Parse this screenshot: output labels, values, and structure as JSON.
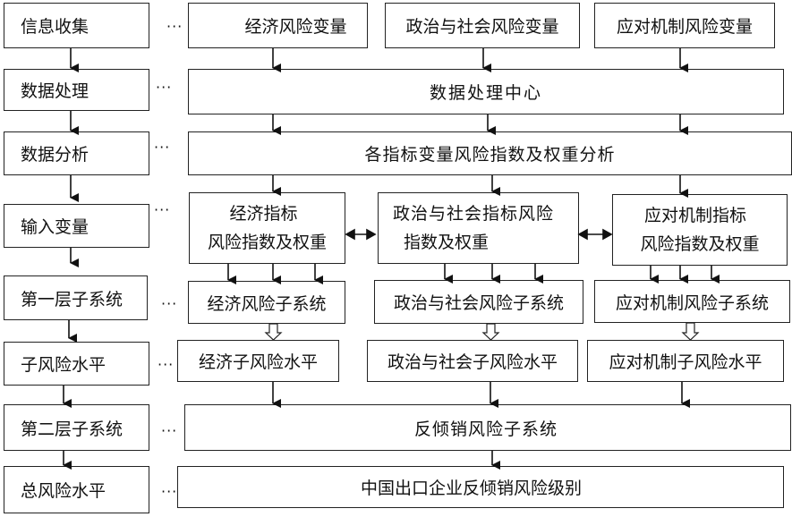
{
  "left_column": [
    "信息收集",
    "数据处理",
    "数据分析",
    "输入变量",
    "第一层子系统",
    "子风险水平",
    "第二层子系统",
    "总风险水平"
  ],
  "ellipsis": "···",
  "variables": {
    "economic": "经济风险变量",
    "political_social": "政治与社会风险变量",
    "response_mechanism": "应对机制风险变量"
  },
  "data_processing_center": "数据处理中心",
  "index_weight_analysis": "各指标变量风险指数及权重分析",
  "input_indicators": {
    "economic": {
      "line1": "经济指标",
      "line2": "风险指数及权重"
    },
    "political_social": {
      "line1": "政治与社会指标风险",
      "line2": "指数及权重"
    },
    "response_mechanism": {
      "line1": "应对机制指标",
      "line2": "风险指数及权重"
    }
  },
  "first_layer_subsystems": {
    "economic": "经济风险子系统",
    "political_social": "政治与社会风险子系统",
    "response_mechanism": "应对机制风险子系统"
  },
  "sub_risk_levels": {
    "economic": "经济子风险水平",
    "political_social": "政治与社会子风险水平",
    "response_mechanism": "应对机制子风险水平"
  },
  "second_layer_subsystem": "反倾销风险子系统",
  "total_risk_level": "中国出口企业反倾销风险级别"
}
